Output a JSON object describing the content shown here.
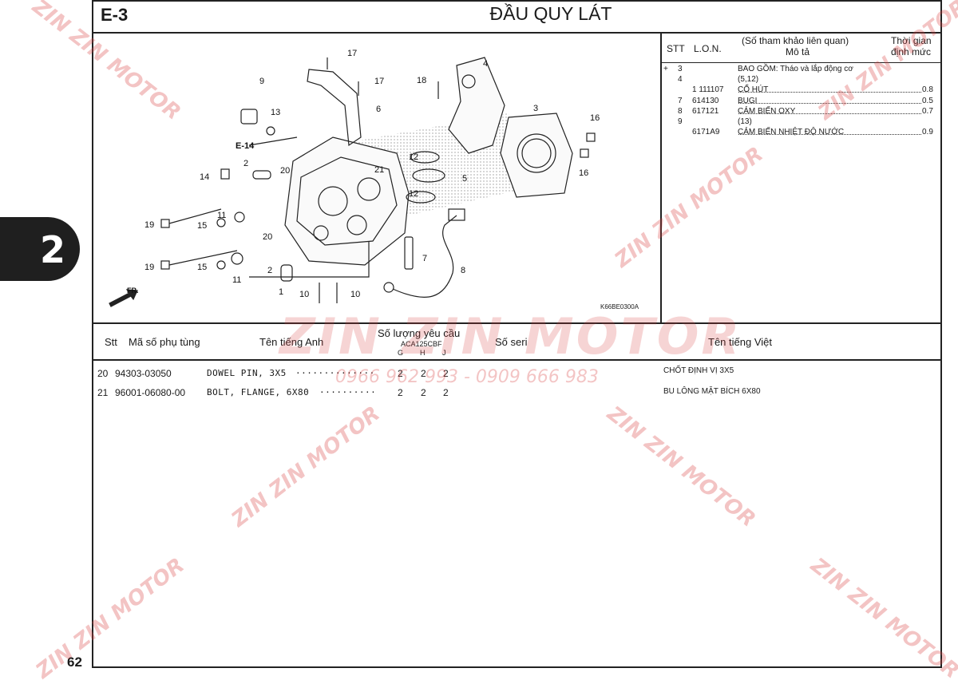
{
  "header": {
    "section_code": "E-3",
    "title": "ĐẦU QUY LÁT"
  },
  "chapter": {
    "number": "2"
  },
  "page_number": "62",
  "diagram": {
    "ref_code": "K66BE0300A",
    "cross_ref": "E-14",
    "front_label": "FR.",
    "labels": [
      "17",
      "17",
      "4",
      "9",
      "18",
      "6",
      "13",
      "3",
      "16",
      "16",
      "2",
      "20",
      "21",
      "12",
      "5",
      "14",
      "12",
      "11",
      "19",
      "15",
      "20",
      "19",
      "15",
      "11",
      "2",
      "7",
      "8",
      "1",
      "10",
      "10"
    ]
  },
  "reference_table": {
    "headers": {
      "stt": "STT",
      "lon": "L.O.N.",
      "ref_line1": "(Số tham khảo liên quan)",
      "ref_line2": "Mô tả",
      "time_line1": "Thời gian",
      "time_line2": "định mức"
    },
    "rows": [
      {
        "mark": "+",
        "stt": "3",
        "lon": "",
        "desc": "BAO GỒM: Tháo và lắp động cơ",
        "time": ""
      },
      {
        "mark": "",
        "stt": "4",
        "lon": "",
        "desc": "(5,12)",
        "time": ""
      },
      {
        "mark": "",
        "stt": "",
        "lon": "1 111107",
        "desc": "CỔ HÚT",
        "time": "0.8"
      },
      {
        "mark": "",
        "stt": "7",
        "lon": "614130",
        "desc": "BUGI",
        "time": "0.5"
      },
      {
        "mark": "",
        "stt": "8",
        "lon": "617121",
        "desc": "CẢM BIẾN OXY",
        "time": "0.7"
      },
      {
        "mark": "",
        "stt": "9",
        "lon": "",
        "desc": "(13)",
        "time": ""
      },
      {
        "mark": "",
        "stt": "",
        "lon": "6171A9",
        "desc": "CẢM BIẾN NHIỆT ĐỘ NƯỚC",
        "time": "0.9"
      }
    ]
  },
  "parts_list": {
    "headers": {
      "stt": "Stt",
      "part_no": "Mã số phụ tùng",
      "name_en": "Tên tiếng Anh",
      "qty": "Số lượng yêu cầu",
      "model": "ACA125CBF",
      "variants": [
        "G",
        "H",
        "J"
      ],
      "serial": "Số seri",
      "name_vi": "Tên tiếng Việt"
    },
    "rows": [
      {
        "stt": "20",
        "part_no": "94303-03050",
        "name_en": "DOWEL PIN, 3X5",
        "dots": "··············",
        "g": "2",
        "h": "2",
        "j": "2",
        "name_vi": "CHỐT ĐỊNH VỊ 3X5"
      },
      {
        "stt": "21",
        "part_no": "96001-06080-00",
        "name_en": "BOLT, FLANGE, 6X80",
        "dots": "··········",
        "g": "2",
        "h": "2",
        "j": "2",
        "name_vi": "BU LÔNG MẶT BÍCH 6X80"
      }
    ]
  },
  "watermarks": {
    "brand": "ZIN ZIN MOTOR",
    "phone": "0966 962 993 - 0909 666 983"
  },
  "colors": {
    "watermark": "#d84040",
    "ink": "#1a1a1a",
    "tab": "#1f1f1f"
  }
}
